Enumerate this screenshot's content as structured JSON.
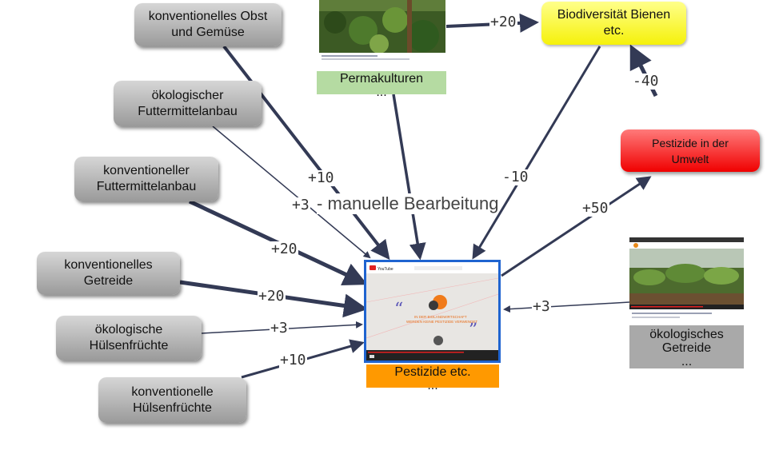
{
  "nodes": {
    "obst": "konventionelles Obst\nund Gemüse",
    "oeko_futter": "ökologischer\nFuttermittelanbau",
    "konv_futter": "konventioneller\nFuttermittelanbau",
    "konv_getreide": "konventionelles\nGetreide",
    "oeko_huelsen": "ökologische\nHülsenfrüchte",
    "konv_huelsen": "konventionelle\nHülsenfrüchte",
    "biodiv": "Biodiversität Bienen\netc.",
    "pestizide_umwelt": "Pestizide in der\nUmwelt"
  },
  "captions": {
    "permakulturen": "Permakulturen\n...",
    "pestizide": "Pestizide etc.\n...",
    "oeko_getreide": "ökologisches\nGetreide\n..."
  },
  "edge_labels": {
    "obst": "+10",
    "oeko_futter": "+3",
    "konv_futter": "+20",
    "konv_getreide": "+20",
    "oeko_huelsen": "+3",
    "konv_huelsen": "+10",
    "permakultur_biodiv": "+20",
    "biodiv_pestizide": "-10",
    "pestizide_umwelt": "+50",
    "umwelt_biodiv": "-40",
    "oeko_getreide": "+3"
  },
  "annotation": "- manuelle Bearbeitung",
  "thumbnail": {
    "player_title": "YouTube",
    "quote_line1": "IN DER BIOLANDWIRTSCHAFT",
    "quote_line2": "WERDEN KEINE PESTIZIDE VERWENDET"
  },
  "colors": {
    "yellow": "#f5f10a",
    "red": "#f00000",
    "orange": "#ff9900",
    "green_caption": "#b5dba2",
    "blue_border": "#1f64d0",
    "gray_node": "#a8a8a8"
  }
}
